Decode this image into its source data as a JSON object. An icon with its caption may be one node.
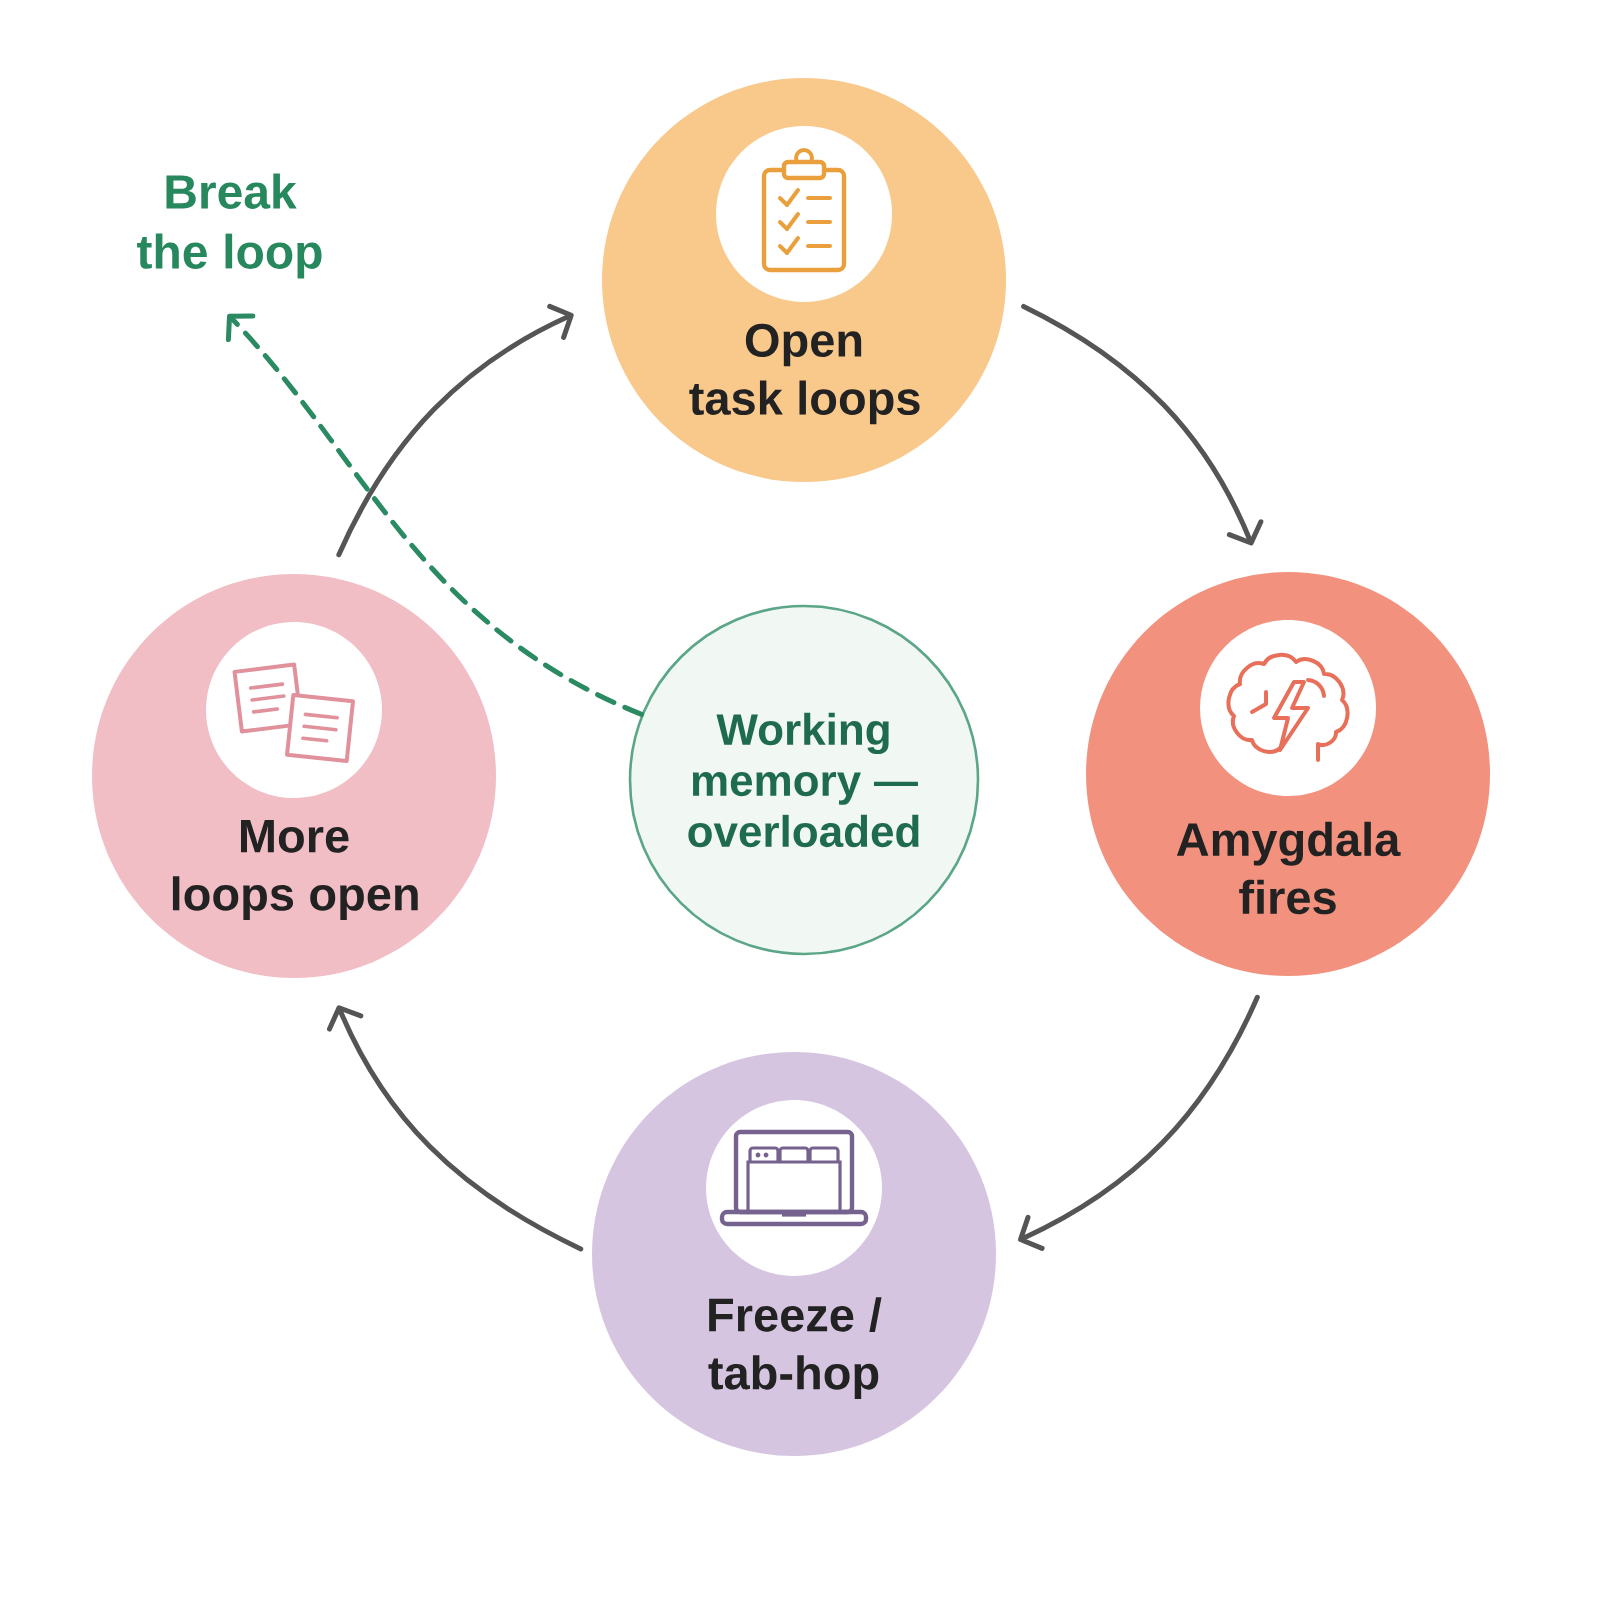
{
  "diagram": {
    "nodes": [
      {
        "text": [
          "Open task loops"
        ]
      },
      {
        "text": [
          "Amygdala fires"
        ]
      },
      {
        "text": [
          "Freeze / tab-hop"
        ]
      },
      {
        "text": [
          "More loops open"
        ]
      },
      {
        "text": [
          "Working memory — overloaded"
        ]
      },
      {
        "text": [
          "Break the loop"
        ]
      }
    ],
    "edges": [
      {
        "from": 0,
        "to": 1,
        "arrow": "to"
      },
      {
        "from": 1,
        "to": 2,
        "arrow": "to"
      },
      {
        "from": 2,
        "to": 3,
        "arrow": "to"
      },
      {
        "from": 3,
        "to": 0,
        "arrow": "to"
      },
      {
        "from": 4,
        "to": 5,
        "arrow": "to",
        "style": "dashed",
        "color": "#2a8a62"
      }
    ]
  }
}
